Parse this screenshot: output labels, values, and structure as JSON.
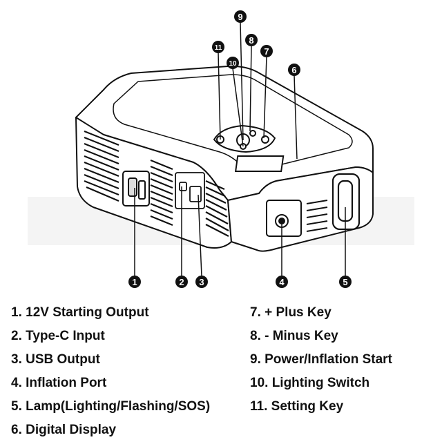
{
  "callouts": [
    {
      "num": "1",
      "label": "1. 12V Starting Output"
    },
    {
      "num": "2",
      "label": "2. Type-C Input"
    },
    {
      "num": "3",
      "label": "3. USB Output"
    },
    {
      "num": "4",
      "label": "4. Inflation Port"
    },
    {
      "num": "5",
      "label": "5. Lamp(Lighting/Flashing/SOS)"
    },
    {
      "num": "6",
      "label": "6. Digital Display"
    },
    {
      "num": "7",
      "label": "7. + Plus Key"
    },
    {
      "num": "8",
      "label": "8. - Minus Key"
    },
    {
      "num": "9",
      "label": "9. Power/Inflation Start"
    },
    {
      "num": "10",
      "label": "10. Lighting Switch"
    },
    {
      "num": "11",
      "label": "11. Setting Key"
    }
  ]
}
